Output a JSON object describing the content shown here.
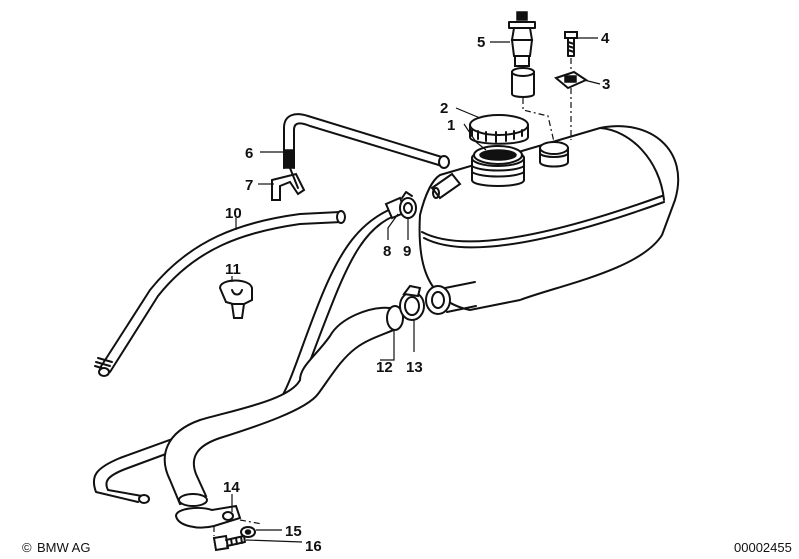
{
  "callouts": [
    {
      "id": "1",
      "text": "1"
    },
    {
      "id": "2",
      "text": "2"
    },
    {
      "id": "3",
      "text": "3"
    },
    {
      "id": "4",
      "text": "4"
    },
    {
      "id": "5",
      "text": "5"
    },
    {
      "id": "6",
      "text": "6"
    },
    {
      "id": "7",
      "text": "7"
    },
    {
      "id": "8",
      "text": "8"
    },
    {
      "id": "9",
      "text": "9"
    },
    {
      "id": "10",
      "text": "10"
    },
    {
      "id": "11",
      "text": "11"
    },
    {
      "id": "12",
      "text": "12"
    },
    {
      "id": "13",
      "text": "13"
    },
    {
      "id": "14",
      "text": "14"
    },
    {
      "id": "15",
      "text": "15"
    },
    {
      "id": "16",
      "text": "16"
    }
  ],
  "footer": {
    "copyright_symbol": "©",
    "brand": "BMW AG",
    "drawing_number": "00002455"
  }
}
